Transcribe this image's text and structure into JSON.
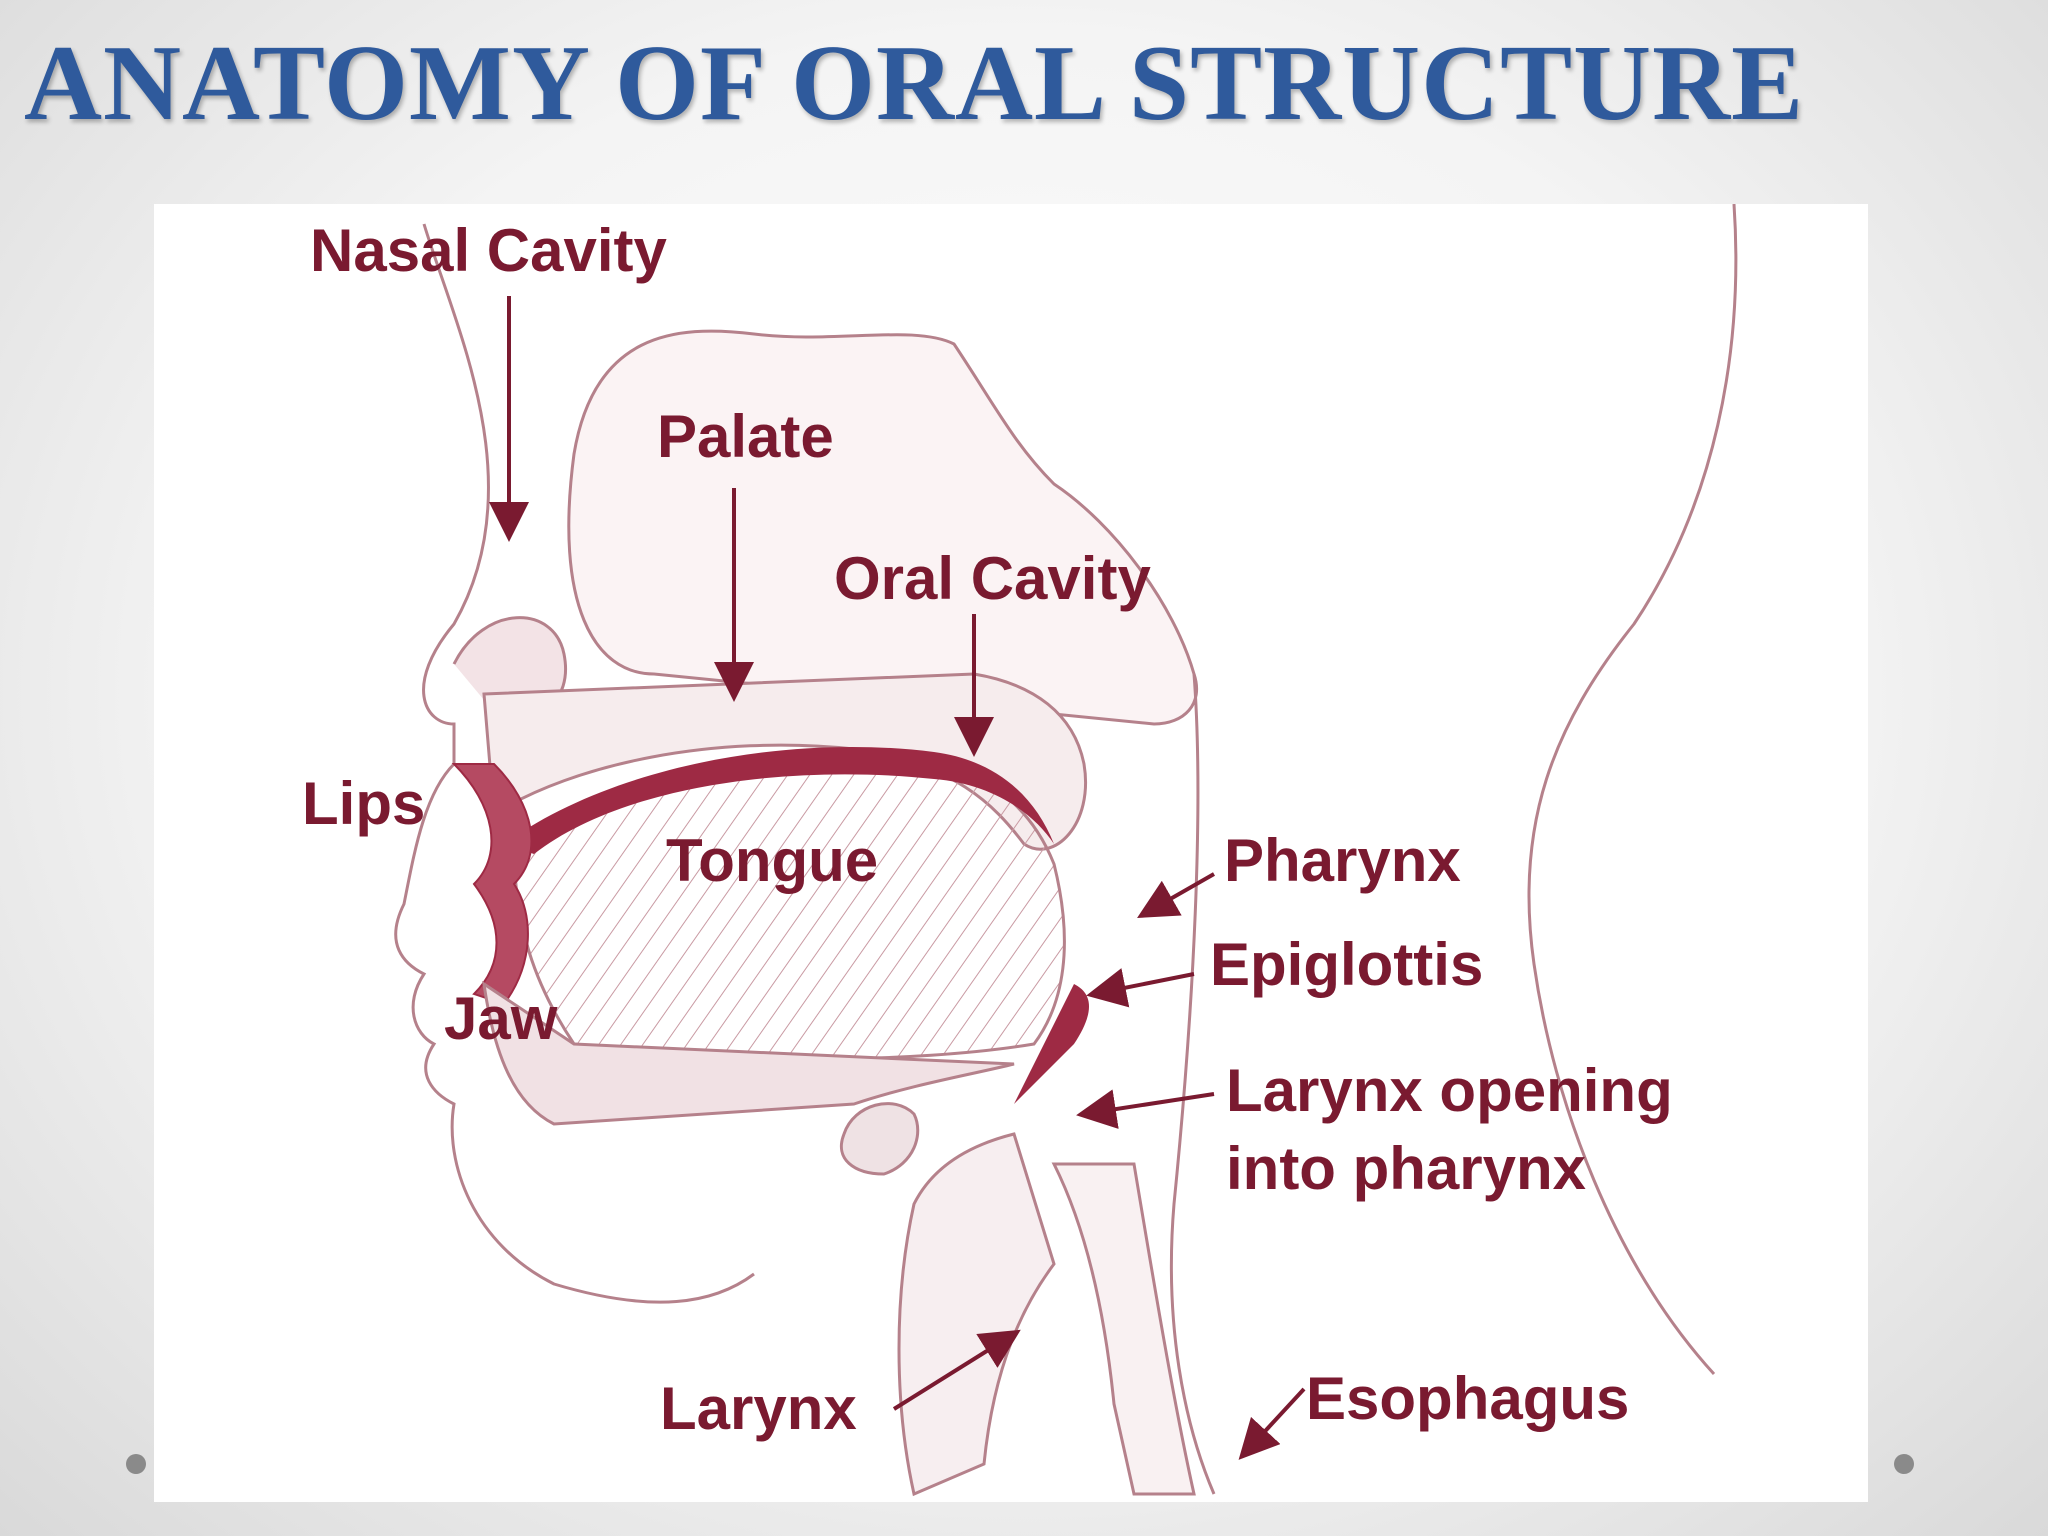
{
  "slide": {
    "title": "ANATOMY OF ORAL STRUCTURE"
  },
  "diagram": {
    "labels": {
      "nasal_cavity": "Nasal Cavity",
      "palate": "Palate",
      "oral_cavity": "Oral Cavity",
      "lips": "Lips",
      "tongue": "Tongue",
      "jaw": "Jaw",
      "pharynx": "Pharynx",
      "epiglottis": "Epiglottis",
      "larynx_opening_line1": "Larynx opening",
      "larynx_opening_line2": "into pharynx",
      "larynx": "Larynx",
      "esophagus": "Esophagus"
    }
  },
  "colors": {
    "title": "#2f5a9c",
    "label": "#7a1a30",
    "outline": "#b5818b",
    "accent": "#9e2a44"
  }
}
